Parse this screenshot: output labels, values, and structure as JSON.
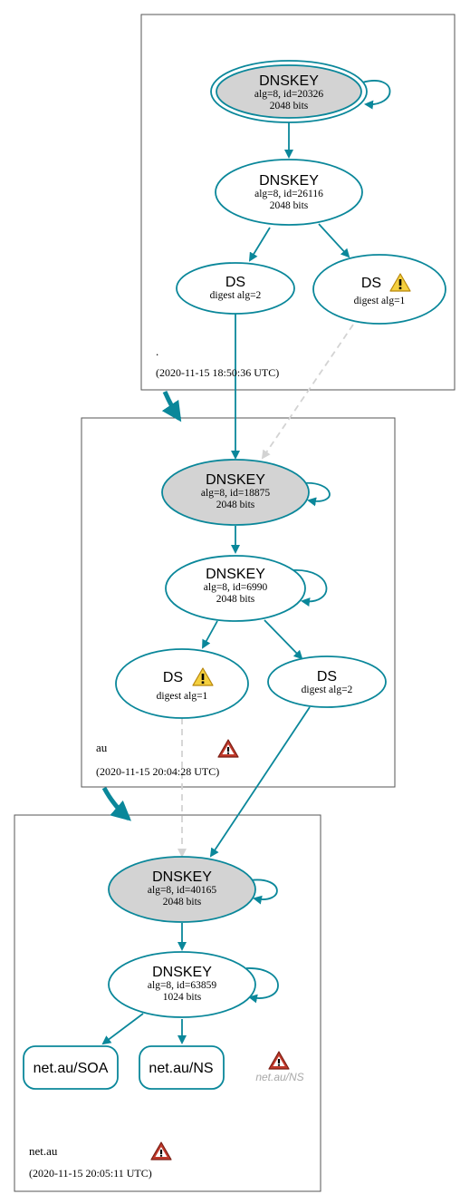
{
  "colors": {
    "edge": "#0a879a",
    "dashed": "#d3d3d3",
    "sep_fill": "#d3d3d3",
    "warning_yellow": "#f4d03f",
    "error_red": "#c0392b",
    "zone_border": "#555555"
  },
  "zones": {
    "root": {
      "name": ".",
      "time": "(2020-11-15 18:50:36 UTC)"
    },
    "au": {
      "name": "au",
      "time": "(2020-11-15 20:04:28 UTC)",
      "icon": "error-icon"
    },
    "netau": {
      "name": "net.au",
      "time": "(2020-11-15 20:05:11 UTC)",
      "icon": "error-icon"
    }
  },
  "nodes": {
    "root_ksk": {
      "title": "DNSKEY",
      "line1": "alg=8, id=20326",
      "line2": "2048 bits"
    },
    "root_zsk": {
      "title": "DNSKEY",
      "line1": "alg=8, id=26116",
      "line2": "2048 bits"
    },
    "root_ds2": {
      "title": "DS",
      "line1": "digest alg=2"
    },
    "root_ds1": {
      "title": "DS",
      "line1": "digest alg=1",
      "icon": "warning-icon"
    },
    "au_ksk": {
      "title": "DNSKEY",
      "line1": "alg=8, id=18875",
      "line2": "2048 bits"
    },
    "au_zsk": {
      "title": "DNSKEY",
      "line1": "alg=8, id=6990",
      "line2": "2048 bits"
    },
    "au_ds1": {
      "title": "DS",
      "line1": "digest alg=1",
      "icon": "warning-icon"
    },
    "au_ds2": {
      "title": "DS",
      "line1": "digest alg=2"
    },
    "net_ksk": {
      "title": "DNSKEY",
      "line1": "alg=8, id=40165",
      "line2": "2048 bits"
    },
    "net_zsk": {
      "title": "DNSKEY",
      "line1": "alg=8, id=63859",
      "line2": "1024 bits"
    },
    "net_soa": {
      "title": "net.au/SOA"
    },
    "net_ns": {
      "title": "net.au/NS"
    },
    "net_ns_missing": {
      "title": "net.au/NS",
      "icon": "error-icon"
    }
  }
}
